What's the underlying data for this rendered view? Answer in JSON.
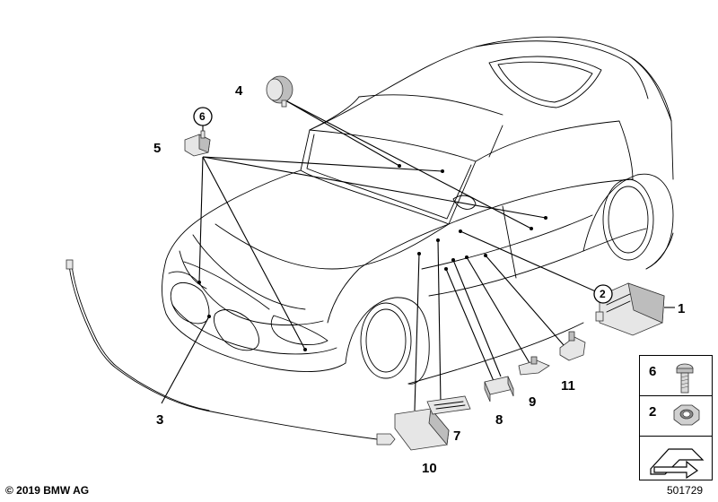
{
  "callouts": {
    "c1": "1",
    "c2": "2",
    "c3": "3",
    "c4": "4",
    "c5": "5",
    "c6": "6",
    "c7": "7",
    "c8": "8",
    "c9": "9",
    "c10": "10",
    "c11": "11"
  },
  "hardware_legend": [
    {
      "number": "6",
      "icon": "torx-bolt-icon"
    },
    {
      "number": "2",
      "icon": "hex-nut-icon"
    }
  ],
  "footer": {
    "copyright": "© 2019 BMW AG",
    "document_number": "501729"
  },
  "icons": [
    "arrow-symbol-icon"
  ]
}
